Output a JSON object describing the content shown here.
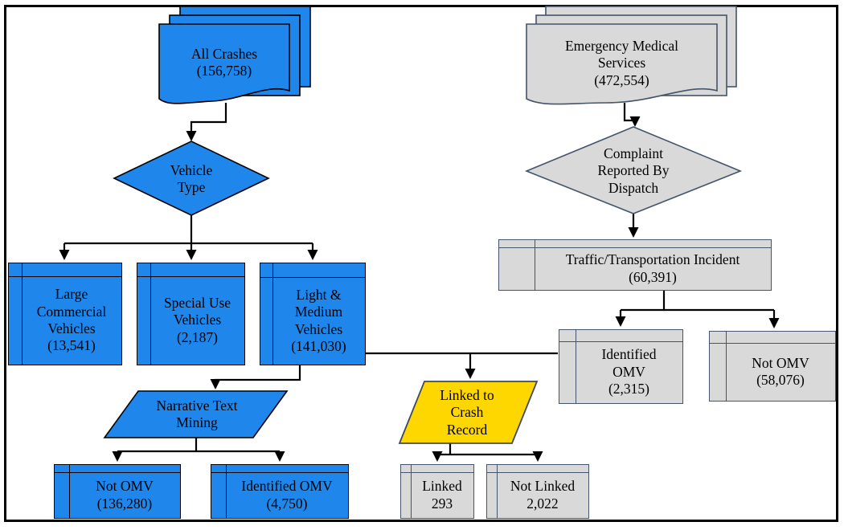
{
  "colors": {
    "blue_fill": "#1f87ec",
    "gray_fill": "#d9d9d9",
    "yellow_fill": "#ffd700",
    "gray_border": "#44546a",
    "line_black": "#000000"
  },
  "nodes": {
    "all_crashes": "All Crashes\n(156,758)",
    "vehicle_type": "Vehicle\nType",
    "large_commercial_vehicles": "Large\nCommercial\nVehicles\n(13,541)",
    "special_use_vehicles": "Special Use\nVehicles\n(2,187)",
    "light_medium_vehicles": "Light &\nMedium\nVehicles\n(141,030)",
    "narrative_text_mining": "Narrative Text\nMining",
    "not_omv_crash": "Not OMV\n(136,280)",
    "identified_omv_crash": "Identified OMV\n(4,750)",
    "linked_to_crash_record": "Linked to\nCrash\nRecord",
    "linked": "Linked\n293",
    "not_linked": "Not Linked\n2,022",
    "emergency_medical_services": "Emergency Medical\nServices\n(472,554)",
    "complaint_reported_by_dispatch": "Complaint\nReported By\nDispatch",
    "traffic_transportation_incident": "Traffic/Transportation Incident\n(60,391)",
    "identified_omv_ems": "Identified\nOMV\n(2,315)",
    "not_omv_ems": "Not OMV\n(58,076)"
  }
}
